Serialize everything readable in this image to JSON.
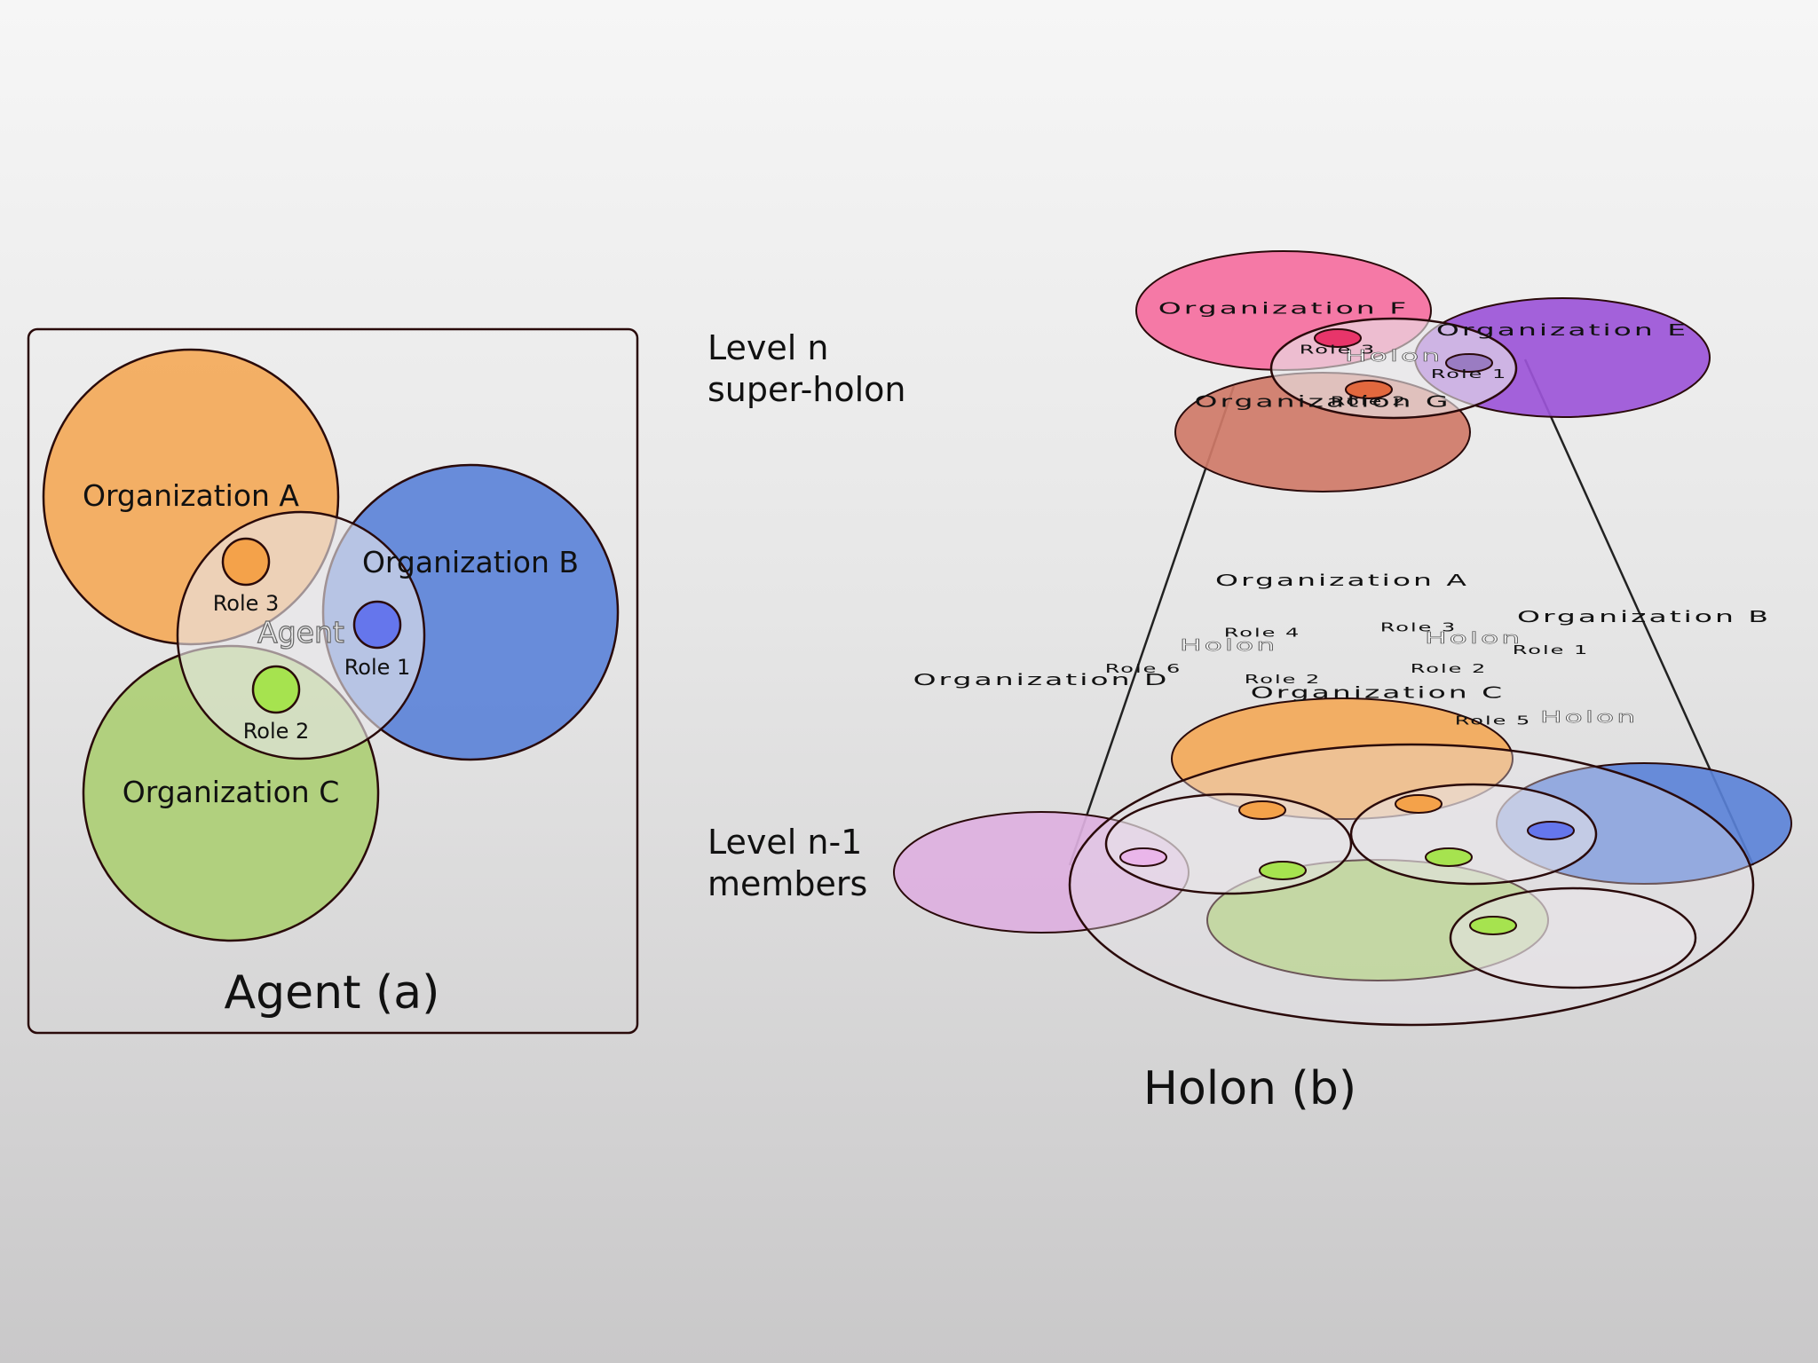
{
  "agent_panel": {
    "caption": "Agent (a)",
    "org_a": "Organization A",
    "org_b": "Organization B",
    "org_c": "Organization C",
    "agent": "Agent",
    "role1": "Role 1",
    "role2": "Role 2",
    "role3": "Role 3"
  },
  "levels": {
    "n_line1": "Level n",
    "n_line2": "super-holon",
    "n1_line1": "Level n-1",
    "n1_line2": "members"
  },
  "super_holon": {
    "org_f": "Organization F",
    "org_e": "Organization E",
    "org_g": "Organization G",
    "holon": "Holon",
    "role1": "Role 1",
    "role2": "Role 2",
    "role3": "Role 3"
  },
  "members": {
    "org_a": "Organization A",
    "org_b": "Organization B",
    "org_c": "Organization C",
    "org_d": "Organization D",
    "holon_left": "Holon",
    "holon_mid": "Holon",
    "holon_right": "Holon",
    "role1": "Role 1",
    "role2_left": "Role 2",
    "role2_mid": "Role 2",
    "role3": "Role 3",
    "role4": "Role 4",
    "role5": "Role 5",
    "role6": "Role 6"
  },
  "holon_caption": "Holon (b)",
  "colors": {
    "orange": "#f4a857",
    "blue": "#5a82d8",
    "green": "#acce73",
    "pink": "#f56fa0",
    "purple": "#9c55d8",
    "brown": "#cf7a68",
    "lilac": "#ddb0e0",
    "outline": "#2a0a0a"
  }
}
